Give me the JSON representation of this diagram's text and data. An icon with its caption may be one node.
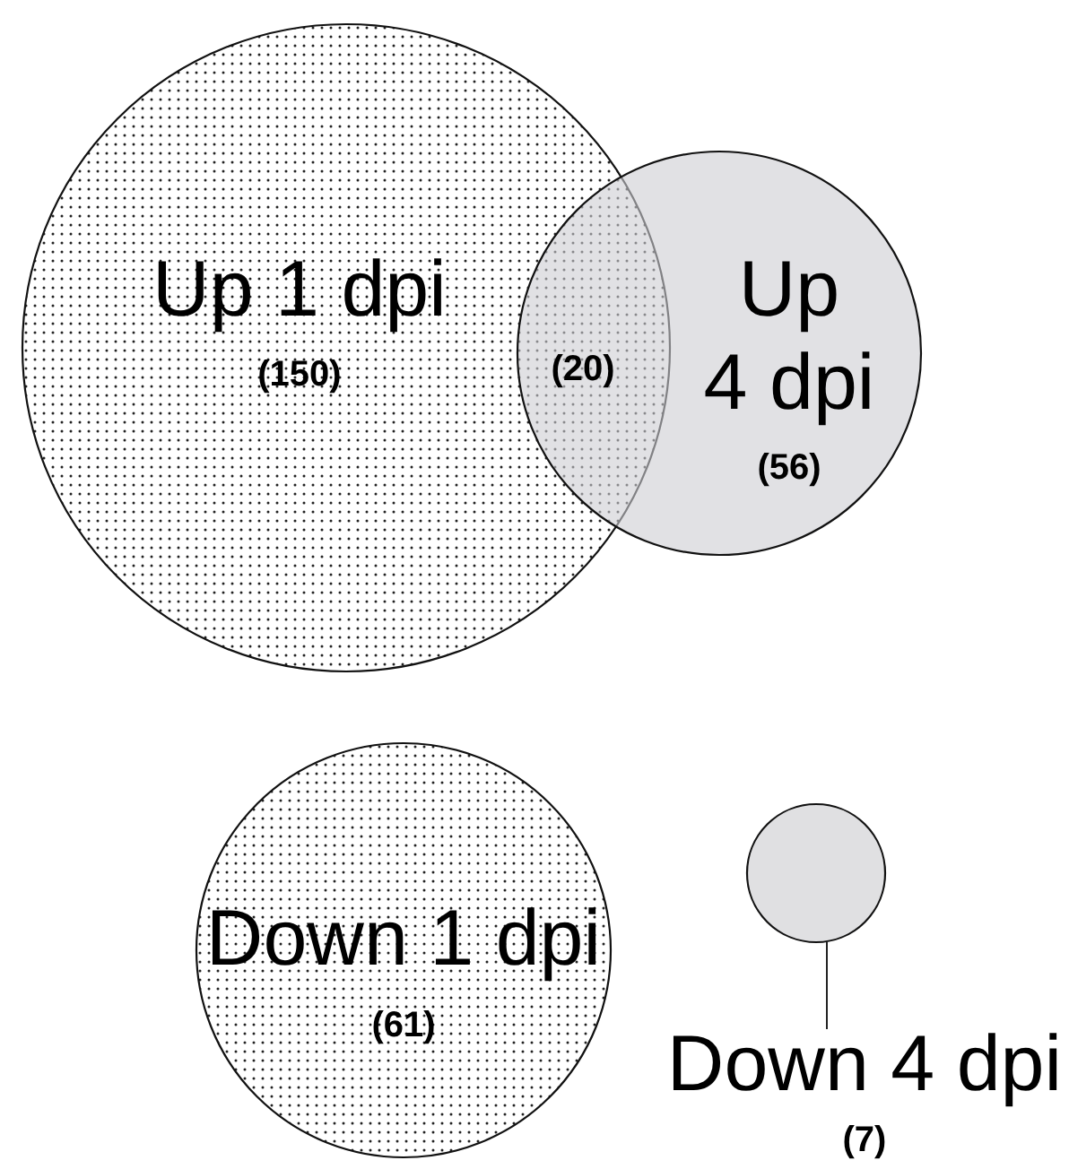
{
  "diagram": {
    "nodes": [
      {
        "text": [
          "Up 1 dpi",
          "(150)"
        ]
      },
      {
        "text": [
          "Up 4 dpi",
          "(56)"
        ]
      },
      {
        "text": [
          "Down 1 dpi",
          "(61)"
        ]
      },
      {
        "text": [],
        "shape": "circle"
      },
      {
        "text": [
          "Down 4 dpi",
          "(7)"
        ]
      }
    ],
    "edges": [
      {
        "from": 4,
        "to": 3,
        "arrow": "none"
      }
    ],
    "labels": [
      "(20)"
    ]
  }
}
